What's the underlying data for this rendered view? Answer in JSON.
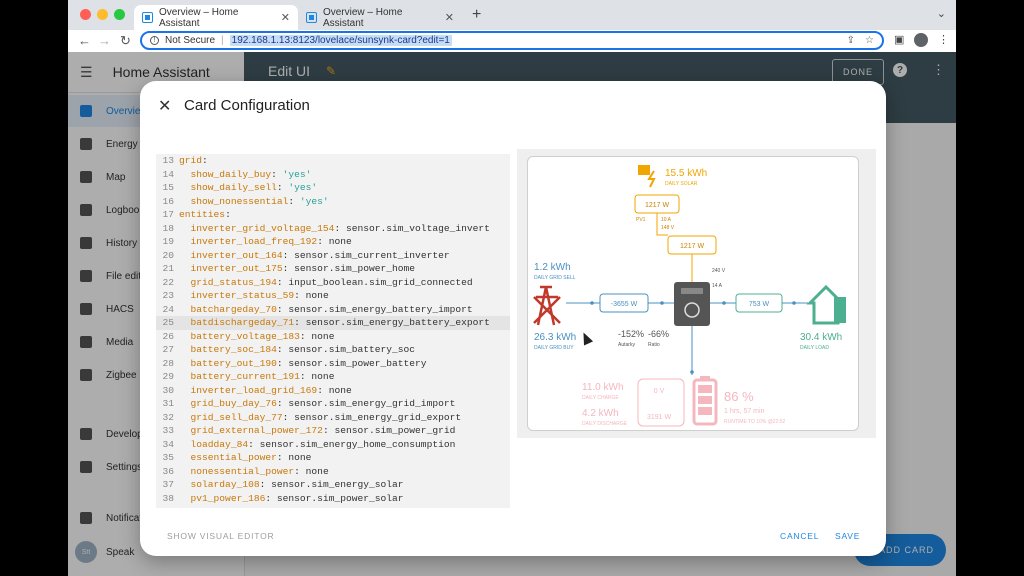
{
  "browser": {
    "tabs": [
      {
        "title": "Overview – Home Assistant",
        "active": true
      },
      {
        "title": "Overview – Home Assistant",
        "active": false
      }
    ],
    "security_label": "Not Secure",
    "url": "192.168.1.13:8123/lovelace/sunsynk-card?edit=1"
  },
  "ha": {
    "app_title": "Home Assistant",
    "sidebar": [
      {
        "label": "Overview",
        "icon": "dashboard-icon"
      },
      {
        "label": "Energy",
        "icon": "lightning-icon"
      },
      {
        "label": "Map",
        "icon": "map-icon"
      },
      {
        "label": "Logbook",
        "icon": "list-icon"
      },
      {
        "label": "History",
        "icon": "chart-icon"
      },
      {
        "label": "File editor",
        "icon": "wrench-icon"
      },
      {
        "label": "HACS",
        "icon": "hacs-icon"
      },
      {
        "label": "Media",
        "icon": "media-icon"
      },
      {
        "label": "Zigbee",
        "icon": "zigbee-icon"
      },
      {
        "label": "Developer tools",
        "icon": "hammer-icon"
      },
      {
        "label": "Settings",
        "icon": "gear-icon"
      },
      {
        "label": "Notifications",
        "icon": "bell-icon"
      },
      {
        "label": "Speak",
        "icon": "user-icon"
      }
    ],
    "user_initials": "Stt",
    "edit_title": "Edit UI",
    "done_label": "DONE",
    "add_card_label": "ADD CARD"
  },
  "dialog": {
    "title": "Card Configuration",
    "show_visual_editor": "SHOW VISUAL EDITOR",
    "cancel": "CANCEL",
    "save": "SAVE"
  },
  "code_lines": [
    {
      "n": "13",
      "k": "grid",
      "v": ""
    },
    {
      "n": "14",
      "k": "  show_daily_buy",
      "v": "'yes'"
    },
    {
      "n": "15",
      "k": "  show_daily_sell",
      "v": "'yes'"
    },
    {
      "n": "16",
      "k": "  show_nonessential",
      "v": "'yes'"
    },
    {
      "n": "17",
      "k": "entities",
      "v": ""
    },
    {
      "n": "18",
      "k": "  inverter_grid_voltage_154",
      "v": "sensor.sim_voltage_invert"
    },
    {
      "n": "19",
      "k": "  inverter_load_freq_192",
      "v": "none"
    },
    {
      "n": "20",
      "k": "  inverter_out_164",
      "v": "sensor.sim_current_inverter"
    },
    {
      "n": "21",
      "k": "  inverter_out_175",
      "v": "sensor.sim_power_home"
    },
    {
      "n": "22",
      "k": "  grid_status_194",
      "v": "input_boolean.sim_grid_connected"
    },
    {
      "n": "23",
      "k": "  inverter_status_59",
      "v": "none"
    },
    {
      "n": "24",
      "k": "  batchargeday_70",
      "v": "sensor.sim_energy_battery_import"
    },
    {
      "n": "25",
      "k": "  batdischargeday_71",
      "v": "sensor.sim_energy_battery_export"
    },
    {
      "n": "26",
      "k": "  battery_voltage_183",
      "v": "none"
    },
    {
      "n": "27",
      "k": "  battery_soc_184",
      "v": "sensor.sim_battery_soc"
    },
    {
      "n": "28",
      "k": "  battery_out_190",
      "v": "sensor.sim_power_battery"
    },
    {
      "n": "29",
      "k": "  battery_current_191",
      "v": "none"
    },
    {
      "n": "30",
      "k": "  inverter_load_grid_169",
      "v": "none"
    },
    {
      "n": "31",
      "k": "  grid_buy_day_76",
      "v": "sensor.sim_energy_grid_import"
    },
    {
      "n": "32",
      "k": "  grid_sell_day_77",
      "v": "sensor.sim_energy_grid_export"
    },
    {
      "n": "33",
      "k": "  grid_external_power_172",
      "v": "sensor.sim_power_grid"
    },
    {
      "n": "34",
      "k": "  loadday_84",
      "v": "sensor.sim_energy_home_consumption"
    },
    {
      "n": "35",
      "k": "  essential_power",
      "v": "none"
    },
    {
      "n": "36",
      "k": "  nonessential_power",
      "v": "none"
    },
    {
      "n": "37",
      "k": "  solarday_108",
      "v": "sensor.sim_energy_solar"
    },
    {
      "n": "38",
      "k": "  pv1_power_186",
      "v": "sensor.sim_power_solar"
    }
  ],
  "highlight_line": "25",
  "preview": {
    "solar_daily": "15.5 kWh",
    "solar_daily_label": "DAILY SOLAR",
    "pv1_power": "1217 W",
    "pv1_label": "PV1",
    "pv1_current": "10 A",
    "pv1_voltage": "148 V",
    "solar_total": "1217 W",
    "inverter_voltage": "240 V",
    "inverter_current": "14 A",
    "grid_sell": "1.2 kWh",
    "grid_sell_label": "DAILY GRID SELL",
    "grid_buy": "26.3 kWh",
    "grid_buy_label": "DAILY GRID BUY",
    "grid_power": "-3655 W",
    "load_power": "753 W",
    "load_daily": "30.4 kWh",
    "load_daily_label": "DAILY LOAD",
    "autarky": "-152%",
    "ratio": "-66%",
    "autarky_label": "Autarky",
    "ratio_label": "Ratio",
    "bat_charge": "11.0 kWh",
    "bat_charge_label": "DAILY CHARGE",
    "bat_discharge": "4.2 kWh",
    "bat_discharge_label": "DAILY DISCHARGE",
    "bat_voltage": "0 V",
    "bat_power": "3191 W",
    "bat_soc": "86 %",
    "bat_runtime": "1 hrs, 57 min",
    "bat_runtime_label": "RUNTIME TO 10% @22:52",
    "colors": {
      "solar": "#f0a500",
      "grid": "#c0392b",
      "load": "#4caf8f",
      "battery": "#f4b7be",
      "flow": "#4a90c2",
      "inverter": "#555555"
    }
  }
}
